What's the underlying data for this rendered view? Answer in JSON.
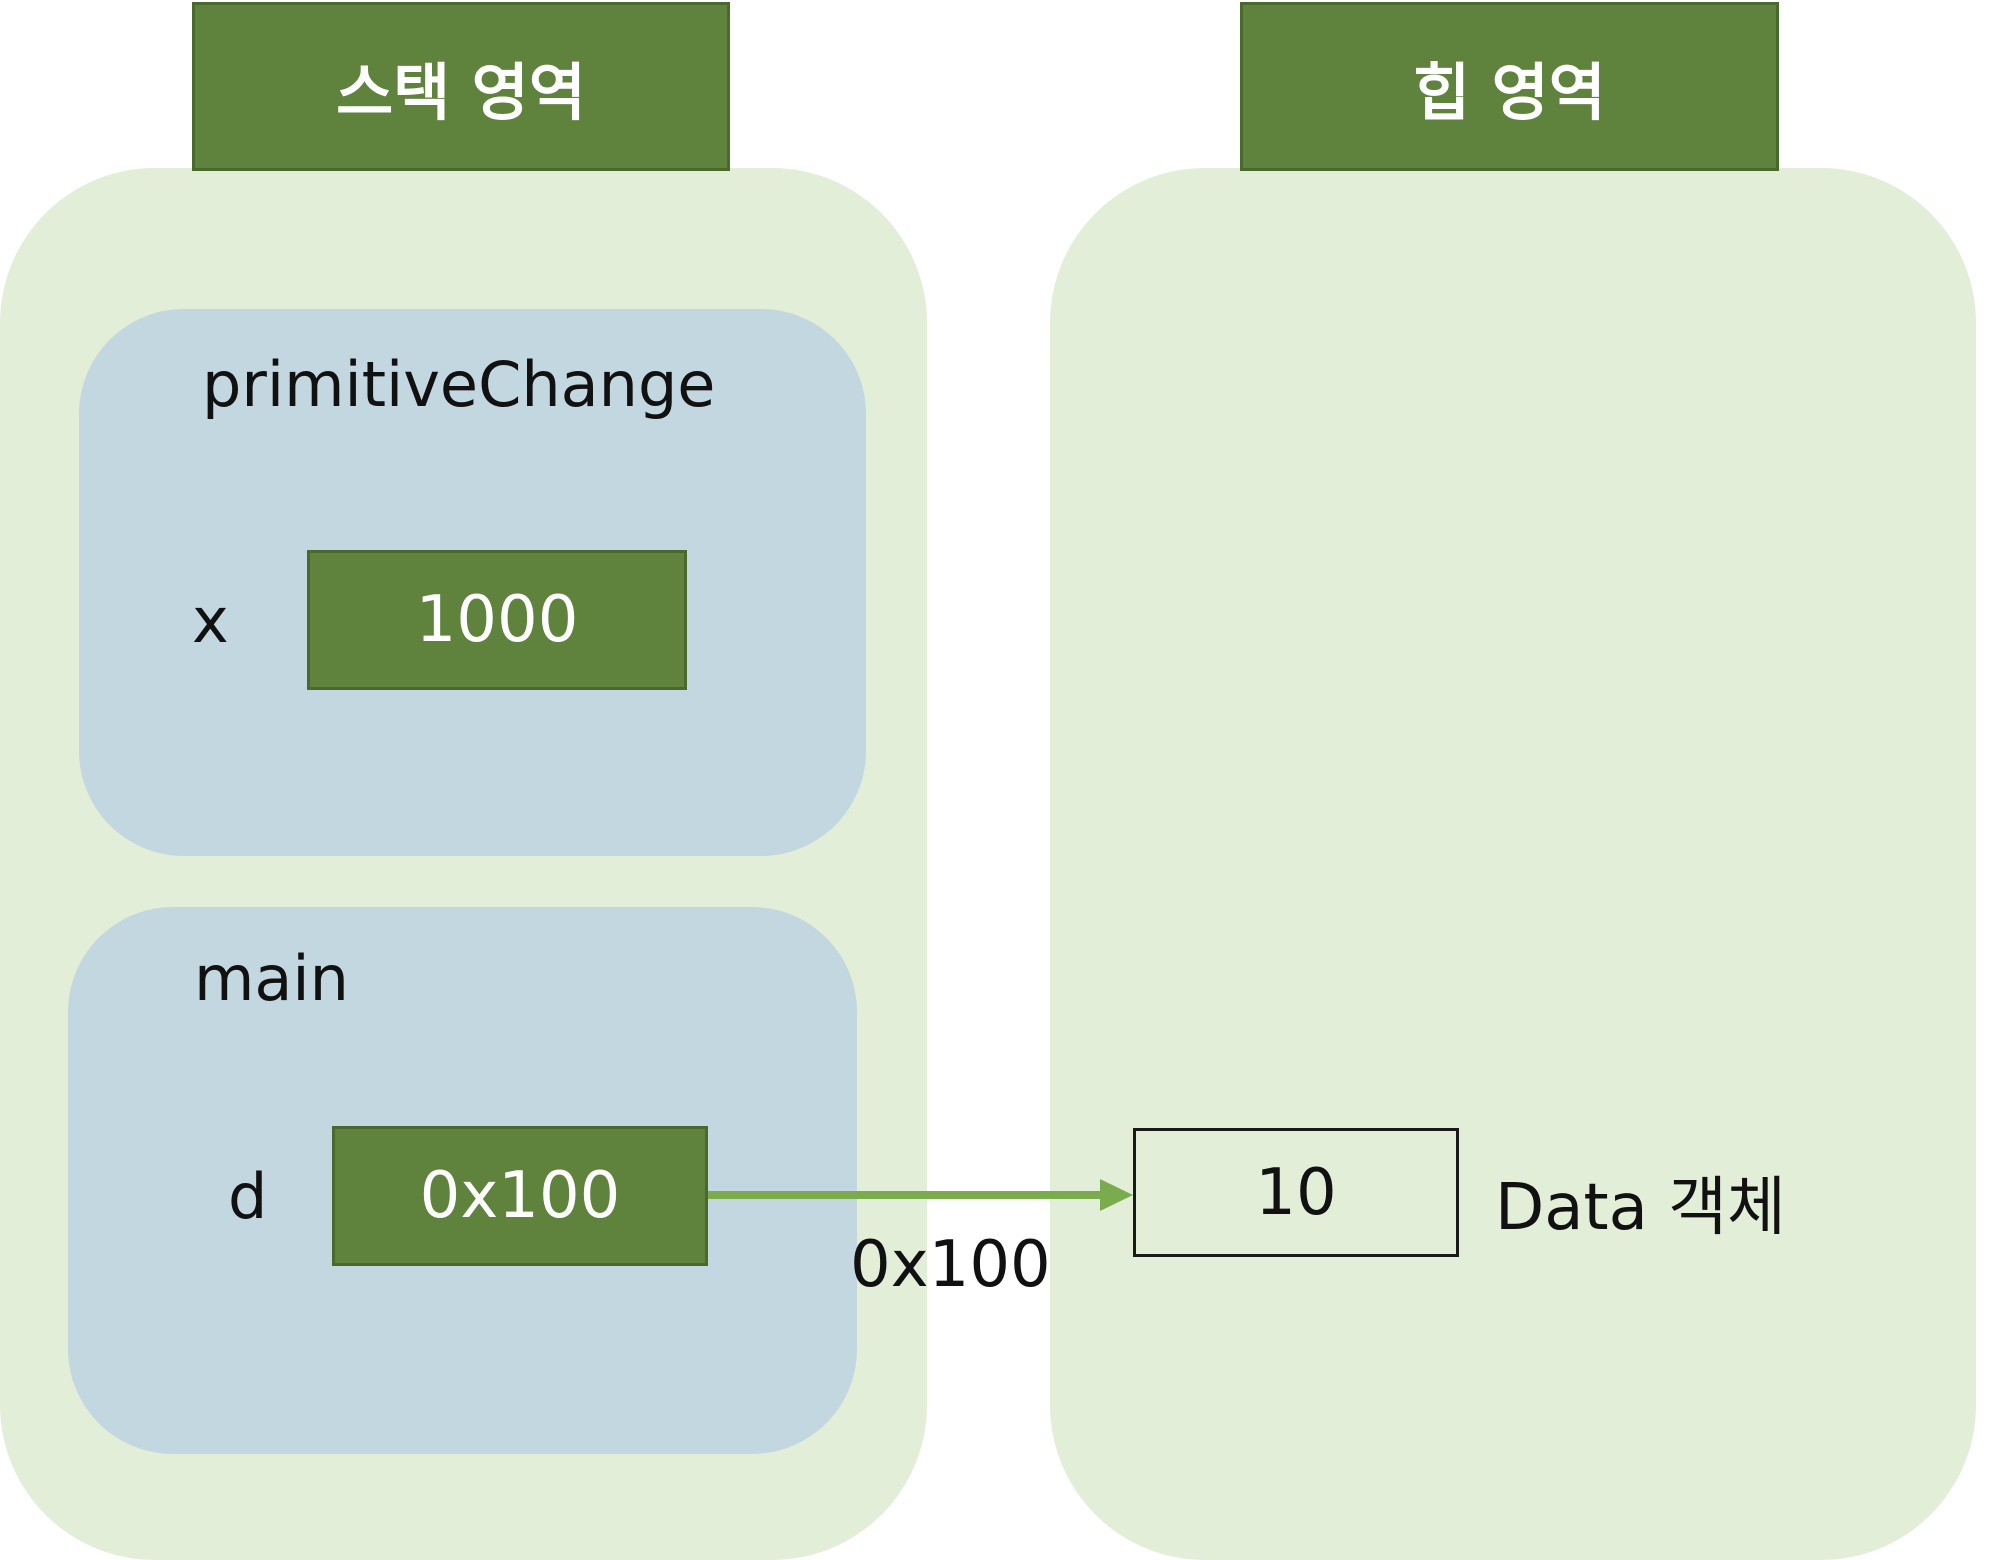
{
  "stack": {
    "header": "스택 영역",
    "frames": [
      {
        "name": "primitiveChange",
        "var_name": "x",
        "var_value": "1000"
      },
      {
        "name": "main",
        "var_name": "d",
        "var_value": "0x100"
      }
    ]
  },
  "heap": {
    "header": "힙 영역",
    "object": {
      "value": "10",
      "label": "Data 객체"
    }
  },
  "reference": {
    "label": "0x100"
  },
  "colors": {
    "region_bg": "#e2eed8",
    "frame_bg": "#c3d7e0",
    "header_bg": "#5f823d",
    "arrow": "#7aab4c"
  }
}
